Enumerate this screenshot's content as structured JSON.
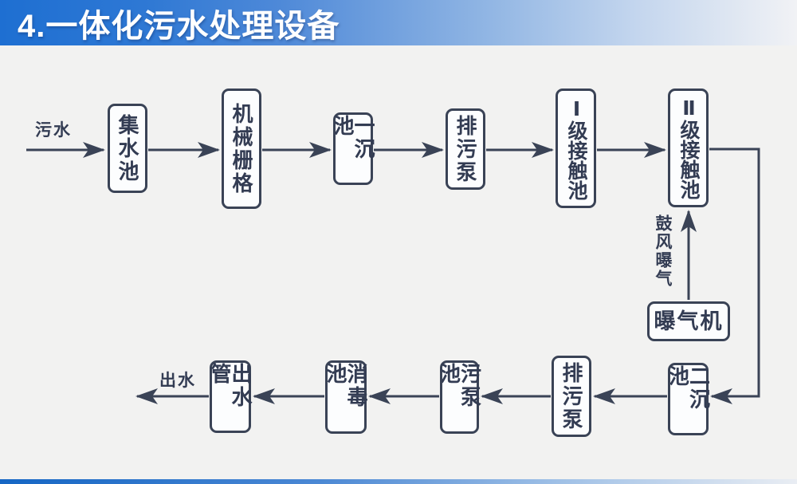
{
  "title": "4.一体化污水处理设备",
  "colors": {
    "title_bar_blue": "#1e6fd2",
    "diagram_ink": "#3a4356",
    "background": "#f2f2f1"
  },
  "diagram": {
    "inlet_label": "污水",
    "outlet_label": "出水",
    "aeration_label": "鼓风曝气",
    "boxes": {
      "collecting_tank": "集水池",
      "mechanical_screen": "机械栅格",
      "primary_sedimentation_tank": "一沉池",
      "sewage_discharge_pump_1": "排污泵",
      "stage1_contact_tank": "Ⅰ级接触池",
      "stage2_contact_tank": "Ⅱ级接触池",
      "aerator": "曝气机",
      "secondary_sedimentation_tank": "二沉池",
      "sewage_discharge_pump_2": "排污泵",
      "sewage_pump_tank": "污泵池",
      "disinfection_tank": "消毒池",
      "outlet_pipe": "出水管"
    }
  }
}
